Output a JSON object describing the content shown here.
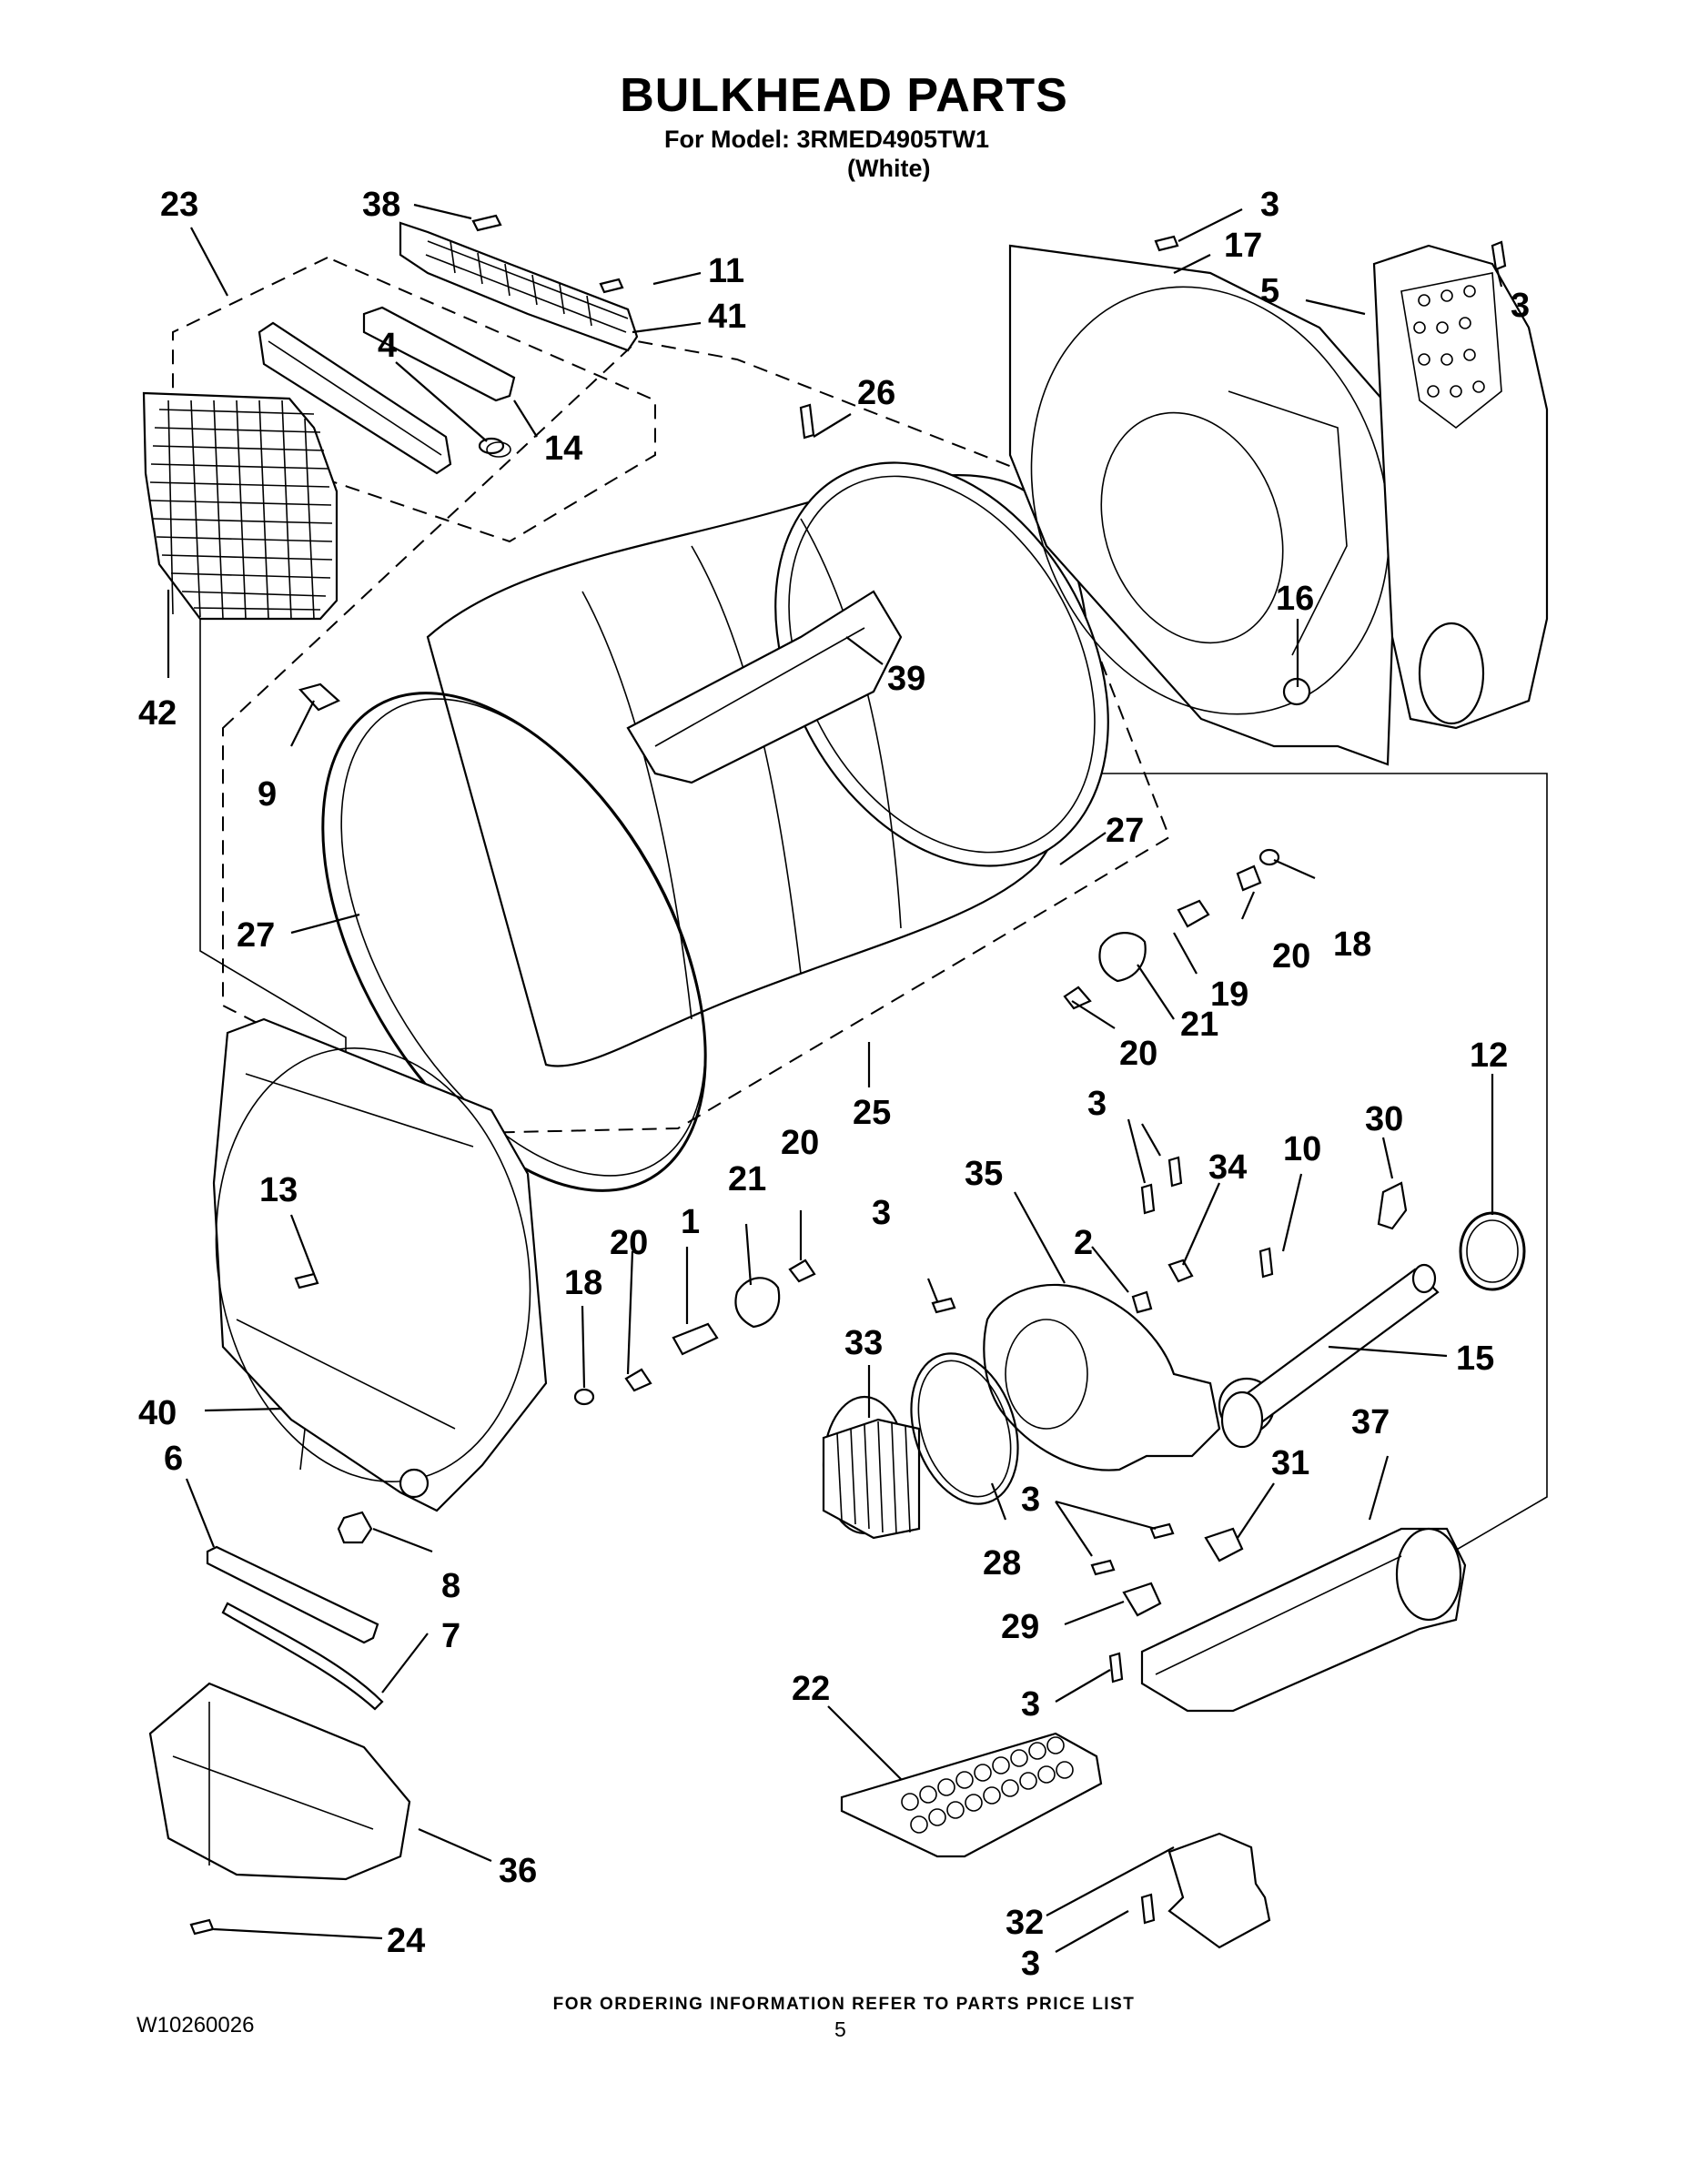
{
  "header": {
    "title": "BULKHEAD PARTS",
    "model_line": "For Model: 3RMED4905TW1",
    "color_line": "(White)"
  },
  "footer": {
    "ordering_note": "FOR ORDERING INFORMATION REFER TO PARTS PRICE LIST",
    "document_number": "W10260026",
    "page_number": "5"
  },
  "callouts": {
    "c23": "23",
    "c38": "38",
    "c11": "11",
    "c41": "41",
    "c4": "4",
    "c14": "14",
    "c42": "42",
    "c26": "26",
    "c39": "39",
    "c9": "9",
    "c27a": "27",
    "c27b": "27",
    "c3_top": "3",
    "c17": "17",
    "c5": "5",
    "c3_right": "3",
    "c16": "16",
    "c18_right": "18",
    "c20_right": "20",
    "c19": "19",
    "c21_right": "21",
    "c20_mid": "20",
    "c25": "25",
    "c12": "12",
    "c30": "30",
    "c10": "10",
    "c3_mid": "3",
    "c34": "34",
    "c35": "35",
    "c13": "13",
    "c20_left": "20",
    "c21_left": "21",
    "c1": "1",
    "c20_left2": "20",
    "c18_left": "18",
    "c3_blower": "3",
    "c33": "33",
    "c2": "2",
    "c15": "15",
    "c40": "40",
    "c6": "6",
    "c8": "8",
    "c7": "7",
    "c37": "37",
    "c31": "31",
    "c3_lower": "3",
    "c28": "28",
    "c29": "29",
    "c3_duct": "3",
    "c22": "22",
    "c36": "36",
    "c32": "32",
    "c3_bottom": "3",
    "c24": "24"
  }
}
